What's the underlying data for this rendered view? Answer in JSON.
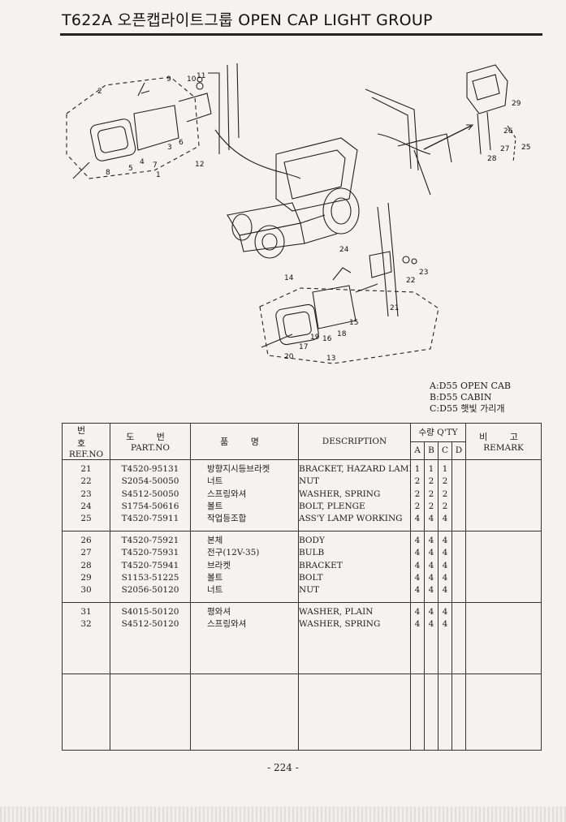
{
  "header": {
    "title": "T622A 오픈캡라이트그룹 OPEN CAP LIGHT GROUP"
  },
  "diagram": {
    "callouts": [
      "2",
      "9",
      "10",
      "11",
      "12",
      "8",
      "5",
      "4",
      "7",
      "3",
      "6",
      "1",
      "29",
      "26",
      "27",
      "25",
      "28",
      "24",
      "23",
      "22",
      "14",
      "21",
      "15",
      "18",
      "16",
      "19",
      "17",
      "20",
      "13"
    ]
  },
  "legend": {
    "lines": [
      "A:D55 OPEN CAB",
      "B:D55 CABIN",
      "C:D55 햇빛 가리개"
    ]
  },
  "table": {
    "headers": {
      "ref_ko": "번 호",
      "ref_en": "REF.NO",
      "part_ko": "도 번",
      "part_en": "PART.NO",
      "name_ko": "품 명",
      "desc": "DESCRIPTION",
      "qty": "수량 Q'TY",
      "qty_cols": [
        "A",
        "B",
        "C",
        "D"
      ],
      "remark_ko": "비 고",
      "remark_en": "REMARK"
    },
    "groups": [
      {
        "ref": [
          "21",
          "22",
          "23",
          "24",
          "25"
        ],
        "part": [
          "T4520-95131",
          "S2054-50050",
          "S4512-50050",
          "S1754-50616",
          "T4520-75911"
        ],
        "name_ko": [
          "방향지시등브라켓",
          "너트",
          "스프링와셔",
          "볼트",
          "작업등조합"
        ],
        "desc": [
          "BRACKET, HAZARD LAMP",
          "NUT",
          "WASHER, SPRING",
          "BOLT, PLENGE",
          "ASS'Y LAMP WORKING"
        ],
        "qa": [
          "1",
          "2",
          "2",
          "2",
          "4"
        ],
        "qb": [
          "1",
          "2",
          "2",
          "2",
          "4"
        ],
        "qc": [
          "1",
          "2",
          "2",
          "2",
          "4"
        ]
      },
      {
        "ref": [
          "26",
          "27",
          "28",
          "29",
          "30"
        ],
        "part": [
          "T4520-75921",
          "T4520-75931",
          "T4520-75941",
          "S1153-51225",
          "S2056-50120"
        ],
        "name_ko": [
          "본체",
          "전구(12V-35)",
          "브라켓",
          "볼트",
          "너트"
        ],
        "desc": [
          "BODY",
          "BULB",
          "BRACKET",
          "BOLT",
          "NUT"
        ],
        "qa": [
          "4",
          "4",
          "4",
          "4",
          "4"
        ],
        "qb": [
          "4",
          "4",
          "4",
          "4",
          "4"
        ],
        "qc": [
          "4",
          "4",
          "4",
          "4",
          "4"
        ]
      },
      {
        "ref": [
          "31",
          "32"
        ],
        "part": [
          "S4015-50120",
          "S4512-50120"
        ],
        "name_ko": [
          "평와셔",
          "스프링와셔"
        ],
        "desc": [
          "WASHER, PLAIN",
          "WASHER, SPRING"
        ],
        "qa": [
          "4",
          "4"
        ],
        "qb": [
          "4",
          "4"
        ],
        "qc": [
          "4",
          "4"
        ]
      }
    ]
  },
  "footer": {
    "page": "- 224 -"
  }
}
